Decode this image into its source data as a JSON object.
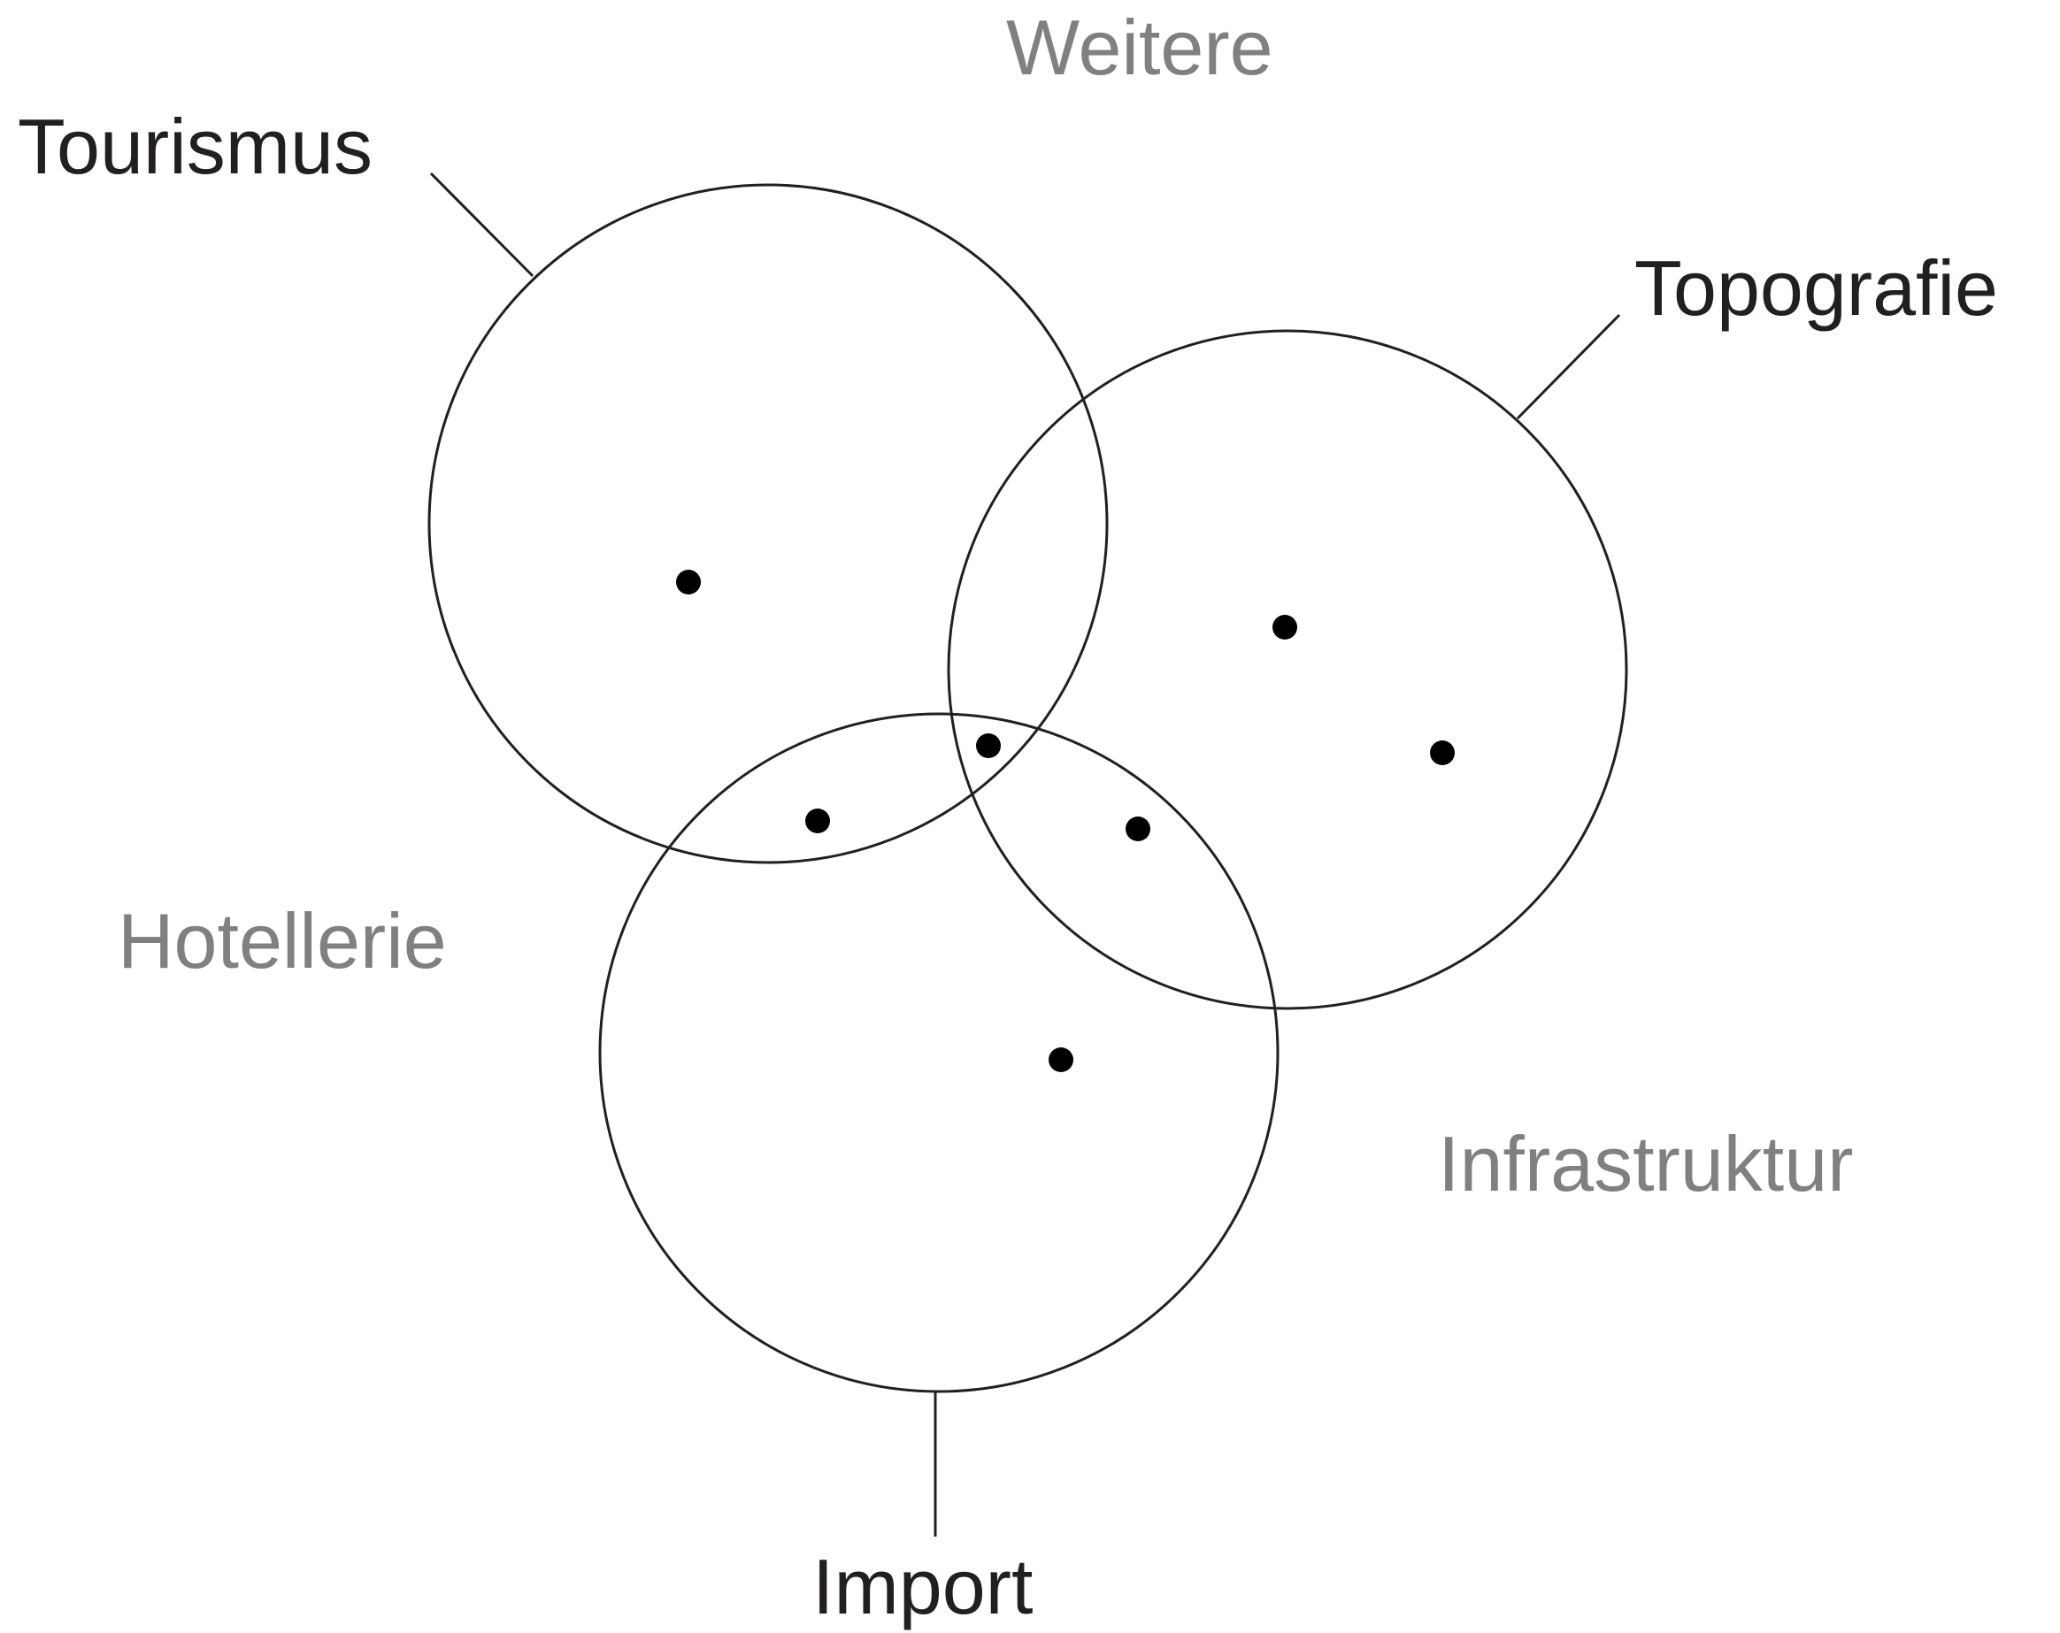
{
  "diagram": {
    "circles": [
      {
        "id": "tourismus",
        "label": "Tourismus"
      },
      {
        "id": "topografie",
        "label": "Topografie"
      },
      {
        "id": "import",
        "label": "Import"
      }
    ],
    "outside_labels": {
      "top": "Weitere",
      "left": "Hotellerie",
      "right": "Infrastruktur"
    },
    "points": [
      {
        "region": "tourismus-only"
      },
      {
        "region": "topografie-only"
      },
      {
        "region": "topografie-only"
      },
      {
        "region": "tourismus-import"
      },
      {
        "region": "tourismus-topografie-import"
      },
      {
        "region": "topografie-import"
      },
      {
        "region": "import-only"
      }
    ],
    "colors": {
      "circle_label": "#231f20",
      "outside_label": "#808080",
      "stroke": "#231f20",
      "point": "#000000"
    }
  }
}
